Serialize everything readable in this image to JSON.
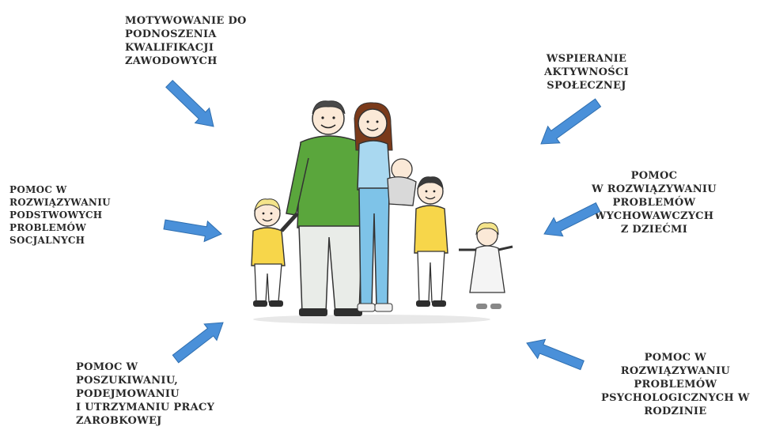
{
  "labels": {
    "top_left": [
      "MOTYWOWANIE DO",
      "PODNOSZENIA",
      "KWALIFIKACJI",
      "ZAWODOWYCH"
    ],
    "top_right": [
      "WSPIERANIE",
      "AKTYWNOŚCI",
      "SPOŁECZNEJ"
    ],
    "mid_left": [
      "POMOC W",
      "ROZWIĄZYWANIU",
      "PODSTWOWYCH",
      "PROBLEMÓW",
      "SOCJALNYCH"
    ],
    "mid_right": [
      "POMOC",
      "W ROZWIĄZYWANIU",
      "PROBLEMÓW",
      "WYCHOWAWCZYCH",
      "Z DZIEĆMI"
    ],
    "bottom_left": [
      "POMOC W",
      "POSZUKIWANIU,",
      "PODEJMOWANIU",
      "I UTRZYMANIU PRACY",
      "ZAROBKOWEJ"
    ],
    "bottom_right": [
      "POMOC W",
      "ROZWIĄZYWANIU",
      "PROBLEMÓW",
      "PSYCHOLOGICZNYCH W",
      "RODZINIE"
    ]
  },
  "colors": {
    "arrow": "#4a90d9",
    "arrow_outline": "#2f6fb0",
    "text": "#2a2a2a"
  },
  "icons": {
    "center_image": "family-illustration",
    "arrow": "arrow-icon"
  }
}
